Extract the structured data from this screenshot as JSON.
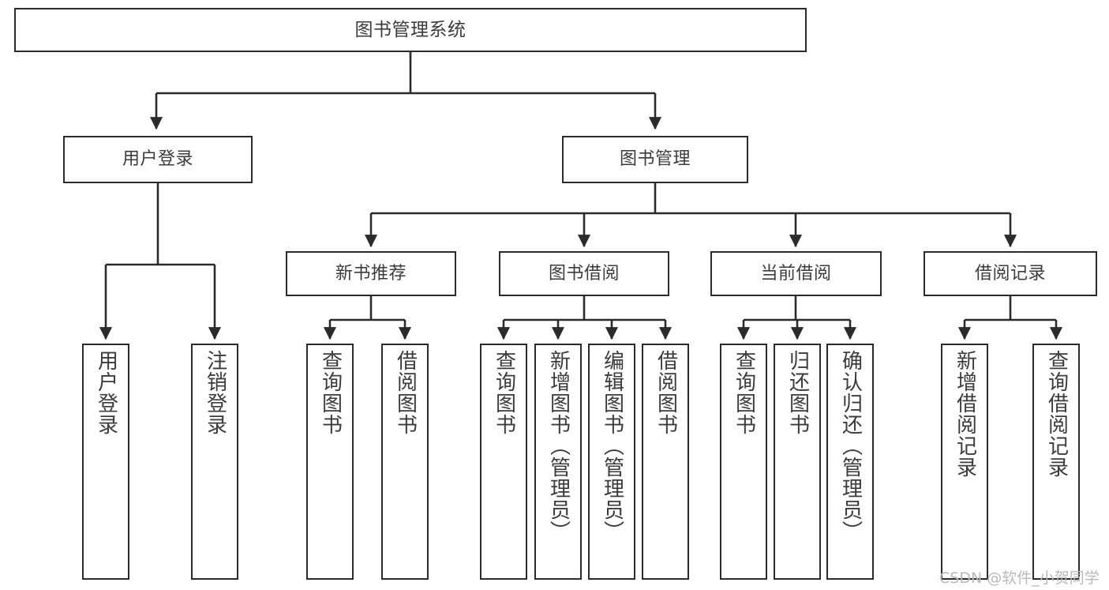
{
  "diagram": {
    "title": "图书管理系统",
    "type": "hierarchy-tree",
    "stroke_color": "#2b2b2b",
    "text_color": "#3b3b3b",
    "background_color": "#ffffff",
    "levels": {
      "level0": [
        "图书管理系统"
      ],
      "level1": [
        "用户登录",
        "图书管理"
      ],
      "level2": [
        "新书推荐",
        "图书借阅",
        "当前借阅",
        "借阅记录"
      ],
      "level3": [
        "用户登录",
        "注销登录",
        "查询图书",
        "借阅图书",
        "查询图书",
        "新增图书（管理员）",
        "编辑图书（管理员）",
        "借阅图书",
        "查询图书",
        "归还图书",
        "确认归还（管理员）",
        "新增借阅记录",
        "查询借阅记录"
      ]
    },
    "nodes": {
      "root": "图书管理系统",
      "user_login": "用户登录",
      "book_mgmt": "图书管理",
      "new_book_rec": "新书推荐",
      "book_borrow": "图书借阅",
      "current_borrow": "当前借阅",
      "borrow_record": "借阅记录",
      "leaf_user_login": "用户登录",
      "leaf_logout": "注销登录",
      "leaf_query_book_a": "查询图书",
      "leaf_borrow_book_a": "借阅图书",
      "leaf_query_book_b": "查询图书",
      "leaf_add_book": "新增图书（管理员）",
      "leaf_edit_book": "编辑图书（管理员）",
      "leaf_borrow_book_b": "借阅图书",
      "leaf_query_book_c": "查询图书",
      "leaf_return_book": "归还图书",
      "leaf_confirm_return": "确认归还（管理员）",
      "leaf_add_record": "新增借阅记录",
      "leaf_query_record": "查询借阅记录"
    }
  },
  "watermark": {
    "text": "CSDN @软件_小贺同学"
  }
}
